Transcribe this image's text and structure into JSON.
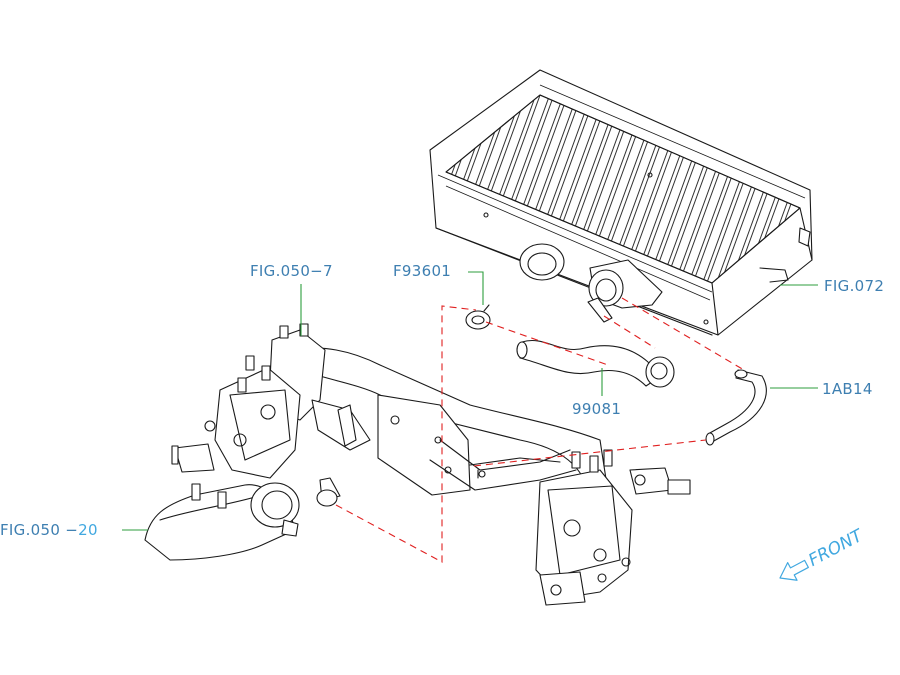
{
  "colors": {
    "part_line": "#1a1a1a",
    "leader_line": "#2e9e3e",
    "connection_line": "#e02020",
    "label_text": "#3e7fb1",
    "label_highlight": "#41a8e0",
    "front_arrow": "#41a8e0"
  },
  "labels": {
    "fig_050_7": "FIG.050−7",
    "f93601": "F93601",
    "fig_072": "FIG.072",
    "ab14": "1AB14",
    "p99081": "99081",
    "fig_050_20_main": "FIG.050 −",
    "fig_050_20_suffix": "20"
  },
  "front_arrow_text": "FRONT"
}
